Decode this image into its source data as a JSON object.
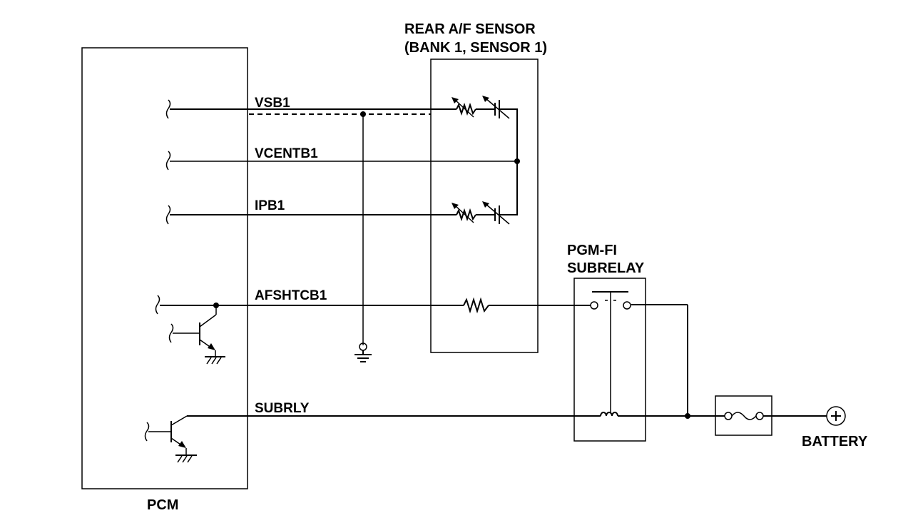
{
  "diagram": {
    "title_sensor_line1": "REAR A/F SENSOR",
    "title_sensor_line2": "(BANK 1, SENSOR 1)",
    "relay_line1": "PGM-FI",
    "relay_line2": "SUBRELAY",
    "pcm_label": "PCM",
    "battery_label": "BATTERY",
    "wires": {
      "vsb1": "VSB1",
      "vcentb1": "VCENTB1",
      "ipb1": "IPB1",
      "afshtcb1": "AFSHTCB1",
      "subrly": "SUBRLY"
    }
  }
}
